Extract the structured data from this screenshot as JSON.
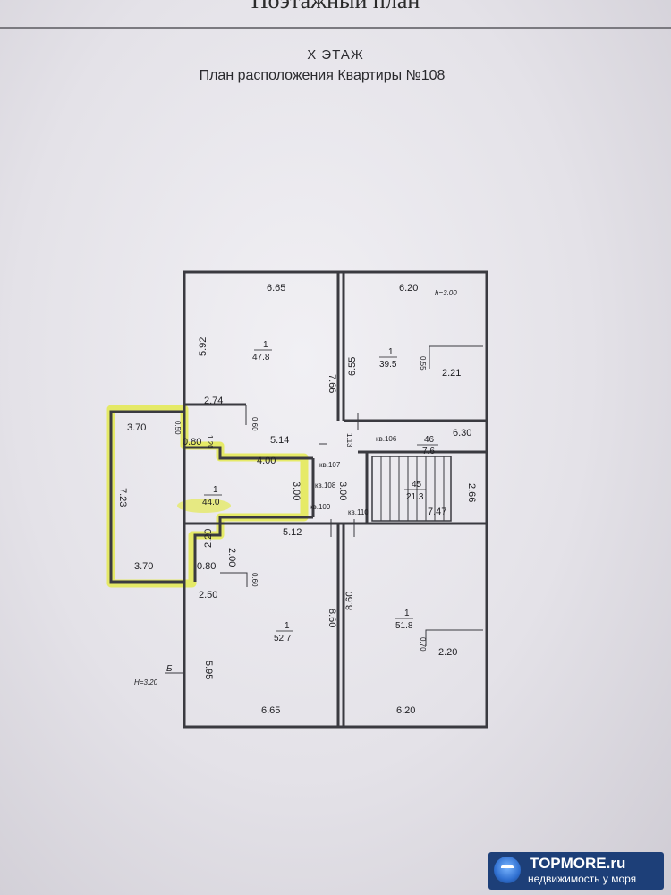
{
  "header": {
    "top_title": "Поэтажный план",
    "floor": "Х ЭТАЖ",
    "plan_title": "План расположения Квартиры №108"
  },
  "rooms": [
    {
      "id": "room-top-left",
      "num": "1",
      "area": "47.8"
    },
    {
      "id": "room-top-right",
      "num": "1",
      "area": "39.5"
    },
    {
      "id": "room-middle-left",
      "num": "1",
      "area": "44.0"
    },
    {
      "id": "room-bottom-left",
      "num": "1",
      "area": "52.7"
    },
    {
      "id": "room-bottom-right",
      "num": "1",
      "area": "51.8"
    },
    {
      "id": "corridor-upper",
      "num": "46",
      "area": "7.6"
    },
    {
      "id": "stair-hall",
      "num": "45",
      "area": "21.3"
    }
  ],
  "apartment_labels": [
    "кв.106",
    "кв.107",
    "кв.108",
    "кв.109",
    "кв.110"
  ],
  "dimensions": [
    "6.65",
    "6.20",
    "5.92",
    "7.66",
    "6.55",
    "2.21",
    "0.55",
    "2.74",
    "0.60",
    "3.70",
    "0.50",
    "0.80",
    "1.20",
    "5.14",
    "1.13",
    "6.30",
    "4.00",
    "3.00",
    "3.00",
    "2.66",
    "7.23",
    "7.47",
    "5.12",
    "2.20",
    "2.00",
    "3.70",
    "0.80",
    "0.60",
    "2.50",
    "8.60",
    "8.60",
    "0.70",
    "2.20",
    "5.95",
    "6.65",
    "6.20"
  ],
  "heights": [
    "h=3.00",
    "H=3.20"
  ],
  "marker": "Б",
  "brand": {
    "name": "TOPMORE.ru",
    "tagline": "недвижимость у моря"
  },
  "colors": {
    "highlight": "#e3ea3a",
    "wall": "#3a3a40"
  }
}
